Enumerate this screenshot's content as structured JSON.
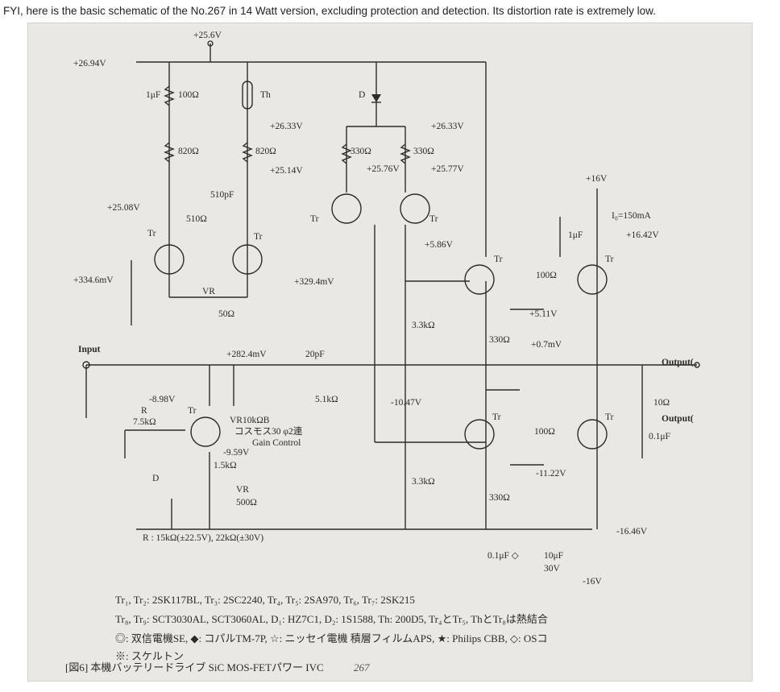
{
  "post": {
    "text": "FYI, here is the basic schematic of the No.267 in 14 Watt version, excluding protection and detection. Its distortion rate is extremely low."
  },
  "labels": {
    "v_25_6": "+25.6V",
    "v_26_94": "+26.94V",
    "c_1uf_top": "1μF",
    "r_100_top": "100Ω",
    "th": "Th",
    "d2": "D",
    "v_26_33_a": "+26.33V",
    "v_26_33_b": "+26.33V",
    "r_820_a": "820Ω",
    "r_820_b": "820Ω",
    "v_25_14": "+25.14V",
    "r_330_a": "330Ω",
    "r_330_b": "330Ω",
    "v_25_76": "+25.76V",
    "v_25_77": "+25.77V",
    "v_plus16": "+16V",
    "c_510p": "510pF",
    "v_25_08": "+25.08V",
    "r_510": "510Ω",
    "tr1": "Tr",
    "tr2": "Tr",
    "tr4": "Tr",
    "tr5": "Tr",
    "i0": "I₀=150mA",
    "v_16_42": "+16.42V",
    "c_1uf_right": "1μF",
    "v_5_86": "+5.86V",
    "tr6": "Tr",
    "tr8": "Tr",
    "v_334_6m": "+334.6mV",
    "v_329_4m": "+329.4mV",
    "vr1": "VR",
    "r_100_mid": "100Ω",
    "r_50": "50Ω",
    "v_5_11": "+5.11V",
    "r_3_3k_a": "3.3kΩ",
    "r_330_c": "330Ω",
    "v_0_7m": "+0.7mV",
    "input": "Input",
    "v_282_4m": "+282.4mV",
    "c_20p": "20pF",
    "output1": "Output(",
    "v_8_98": "-8.98V",
    "rb": "R",
    "r_7_5k": "7.5kΩ",
    "tr3": "Tr",
    "vr10k": "VR10kΩB",
    "kosumos": "コスモス30 φ2連",
    "gain": "Gain Control",
    "r_5_1k": "5.1kΩ",
    "v_10_47": "-10.47V",
    "tr7": "Tr",
    "r_10": "10Ω",
    "output2": "Output(",
    "tr9": "Tr",
    "r_100_low": "100Ω",
    "c_0_1uf_right": "0.1μF",
    "v_9_59": "-9.59V",
    "r_1_5k": "1.5kΩ",
    "v_11_22": "-11.22V",
    "d1": "D",
    "vr2": "VR",
    "r_500": "500Ω",
    "r_3_3k_b": "3.3kΩ",
    "r_330_d": "330Ω",
    "v_16_46": "-16.46V",
    "rb_note": "R  : 15kΩ(±22.5V), 22kΩ(±30V)",
    "c_0_1uf_low": "0.1μF ◇",
    "c_10uf": "10μF",
    "v_30": "30V",
    "v_minus16": "-16V"
  },
  "caption": {
    "line1": "Tr₁, Tr₂: 2SK117BL, Tr₃: 2SC2240, Tr₄, Tr₅: 2SA970, Tr₆, Tr₇: 2SK215",
    "line2": "Tr₈, Tr₉: SCT3030AL, SCT3060AL, D₁: HZ7C1, D₂: 1S1588, Th: 200D5, Tr₄とTr₅, ThとTr₈は熱結合",
    "line3": "◎: 双信電機SE, ◆: コパルTM-7P, ☆: ニッセイ電機 積層フィルムAPS, ★: Philips CBB, ◇: OSコ",
    "line4": "※: スケルトン",
    "figure": "[図6] 本機バッテリードライブ SiC MOS-FETパワー IVC",
    "handwritten": "267"
  }
}
